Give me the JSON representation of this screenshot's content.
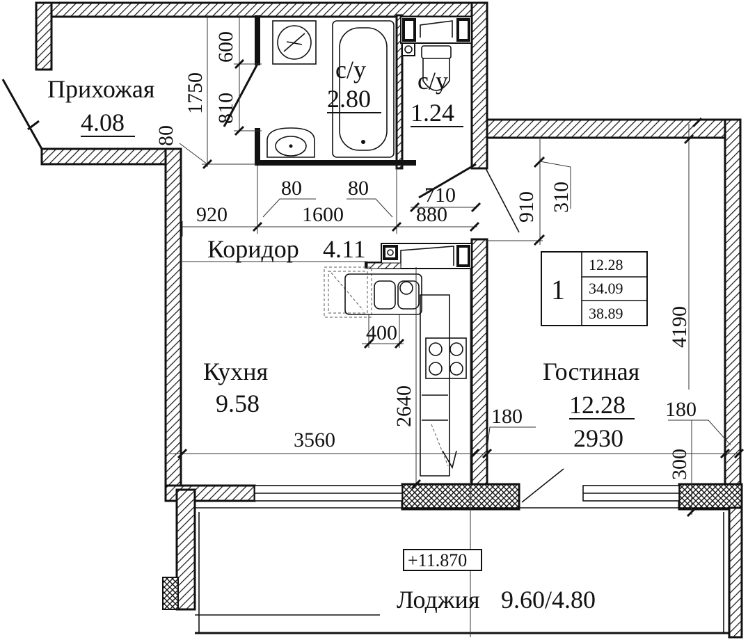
{
  "rooms": {
    "hall": {
      "name": "Прихожая",
      "area": "4.08"
    },
    "bath": {
      "name": "с/у",
      "area": "2.80"
    },
    "wc": {
      "name": "с/у",
      "area": "1.24"
    },
    "corridor": {
      "name": "Коридор",
      "area": "4.11"
    },
    "kitchen": {
      "name": "Кухня",
      "area": "9.58"
    },
    "living": {
      "name": "Гостиная",
      "area": "12.28"
    },
    "loggia": {
      "name": "Лоджия",
      "area": "9.60/4.80"
    }
  },
  "summary": {
    "rooms_count": "1",
    "living_area": "12.28",
    "total_area": "34.09",
    "total_with_loggia": "38.89"
  },
  "elevation": "+11.870",
  "dimensions": {
    "d600": "600",
    "d1750": "1750",
    "d810": "810",
    "d80a": "80",
    "d80b": "80",
    "d80c": "80",
    "d920": "920",
    "d1600": "1600",
    "d710": "710",
    "d880": "880",
    "d910": "910",
    "d310": "310",
    "d400": "400",
    "d2640": "2640",
    "d3560": "3560",
    "d180a": "180",
    "d2930": "2930",
    "d180b": "180",
    "d300": "300",
    "d4190": "4190"
  }
}
